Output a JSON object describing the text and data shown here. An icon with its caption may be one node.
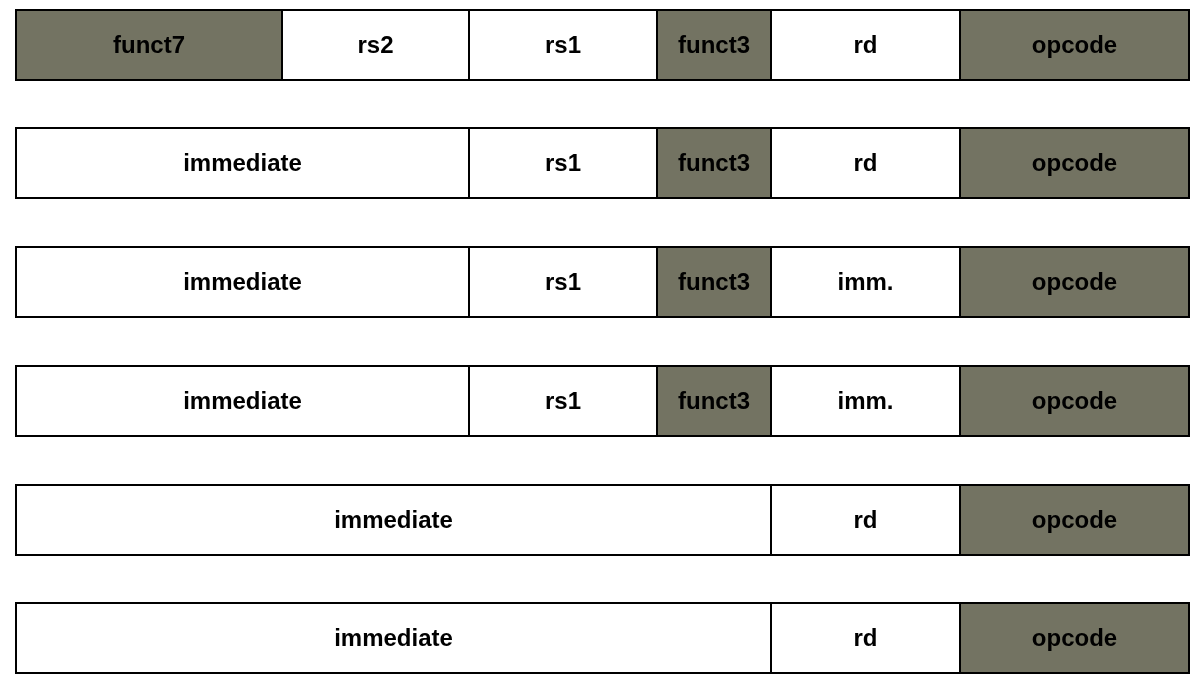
{
  "diagram": {
    "nodes": [
      {
        "text": [
          "funct7"
        ]
      },
      {
        "text": [
          "rs2"
        ]
      },
      {
        "text": [
          "rs1"
        ]
      },
      {
        "text": [
          "funct3"
        ]
      },
      {
        "text": [
          "rd"
        ]
      },
      {
        "text": [
          "opcode"
        ]
      },
      {
        "text": [
          "immediate"
        ]
      },
      {
        "text": [
          "rs1"
        ]
      },
      {
        "text": [
          "funct3"
        ]
      },
      {
        "text": [
          "rd"
        ]
      },
      {
        "text": [
          "opcode"
        ]
      },
      {
        "text": [
          "immediate"
        ]
      },
      {
        "text": [
          "rs1"
        ]
      },
      {
        "text": [
          "funct3"
        ]
      },
      {
        "text": [
          "imm."
        ]
      },
      {
        "text": [
          "opcode"
        ]
      },
      {
        "text": [
          "immediate"
        ]
      },
      {
        "text": [
          "rs1"
        ]
      },
      {
        "text": [
          "funct3"
        ]
      },
      {
        "text": [
          "imm."
        ]
      },
      {
        "text": [
          "opcode"
        ]
      },
      {
        "text": [
          "immediate"
        ]
      },
      {
        "text": [
          "rd"
        ]
      },
      {
        "text": [
          "opcode"
        ]
      },
      {
        "text": [
          "immediate"
        ]
      },
      {
        "text": [
          "rd"
        ]
      },
      {
        "text": [
          "opcode"
        ]
      }
    ]
  }
}
